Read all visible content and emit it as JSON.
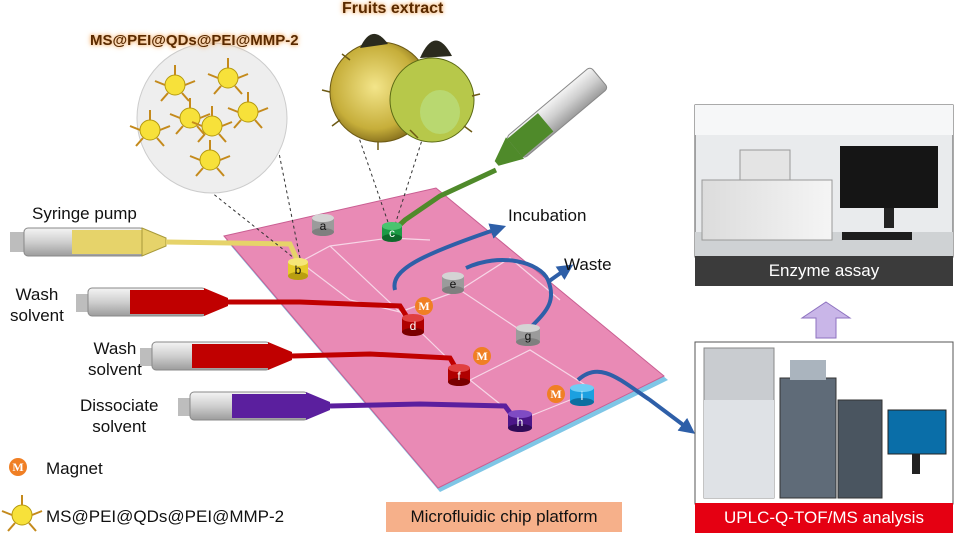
{
  "labels": {
    "fruits_extract": "Fruits extract",
    "ms_composite": "MS@PEI@QDs@PEI@MMP-2",
    "syringe_pump": "Syringe pump",
    "wash_solvent_1": "Wash\nsolvent",
    "wash_solvent_2": "Wash\nsolvent",
    "dissociate_solvent": "Dissociate\nsolvent",
    "incubation": "Incubation",
    "waste": "Waste",
    "magnet_legend": "Magnet",
    "ms_legend": "MS@PEI@QDs@PEI@MMP-2",
    "platform": "Microfluidic chip platform",
    "enzyme_assay": "Enzyme assay",
    "uplc": "UPLC-Q-TOF/MS analysis"
  },
  "wells": {
    "a": "a",
    "b": "b",
    "c": "c",
    "d": "d",
    "e": "e",
    "f": "f",
    "g": "g",
    "h": "h",
    "i": "i"
  },
  "magnet_symbol": "M",
  "colors": {
    "chip": "#e98ab5",
    "chip_edge": "#7fc6e6",
    "flow_arrow": "#2e5fa8",
    "yellow_tube": "#e6d36a",
    "green_tube": "#4f8a2a",
    "red_tube": "#c00000",
    "purple_tube": "#5b1f9e",
    "magnet": "#f07f24",
    "up_arrow": "#c9b6e8"
  }
}
